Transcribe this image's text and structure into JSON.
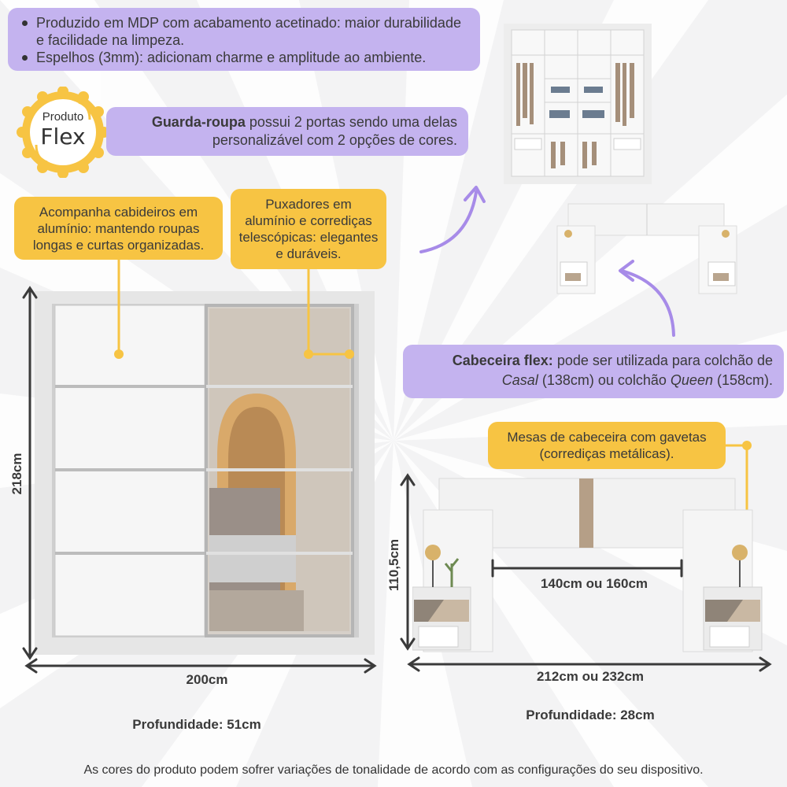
{
  "features": [
    "Produzido em MDP com acabamento acetinado: maior durabilidade e facilidade na limpeza.",
    "Espelhos (3mm): adicionam charme e amplitude ao ambiente."
  ],
  "badge": {
    "line1": "Produto",
    "line2": "Flex"
  },
  "wardrobe_note": {
    "bold": "Guarda-roupa",
    "text": " possui 2 portas sendo uma delas personalizável com 2 opções de cores."
  },
  "callouts": {
    "hangers": "Acompanha cabideiros em alumínio: mantendo roupas longas e curtas organizadas.",
    "handles": "Puxadores em alumínio e corrediças telescópicas: elegantes e duráveis.",
    "nightstands": "Mesas de cabeceira com gavetas (corrediças metálicas)."
  },
  "headboard_note": {
    "bold": "Cabeceira flex:",
    "text1": " pode ser utilizada para colchão de ",
    "casal": "Casal",
    "text2": " (138cm) ou colchão ",
    "queen": "Queen",
    "text3": " (158cm)."
  },
  "dimensions": {
    "wardrobe_height": "218cm",
    "wardrobe_width": "200cm",
    "wardrobe_depth": "Profundidade: 51cm",
    "headboard_height": "110,5cm",
    "headboard_inner": "140cm ou 160cm",
    "headboard_width": "212cm ou 232cm",
    "headboard_depth": "Profundidade: 28cm"
  },
  "footer": "As cores do produto podem sofrer variações de tonalidade de acordo com as configurações do seu dispositivo.",
  "colors": {
    "purple": "#c4b3ef",
    "yellow": "#f7c443",
    "arrow": "#a78be8",
    "background": "#f3f3f4"
  }
}
